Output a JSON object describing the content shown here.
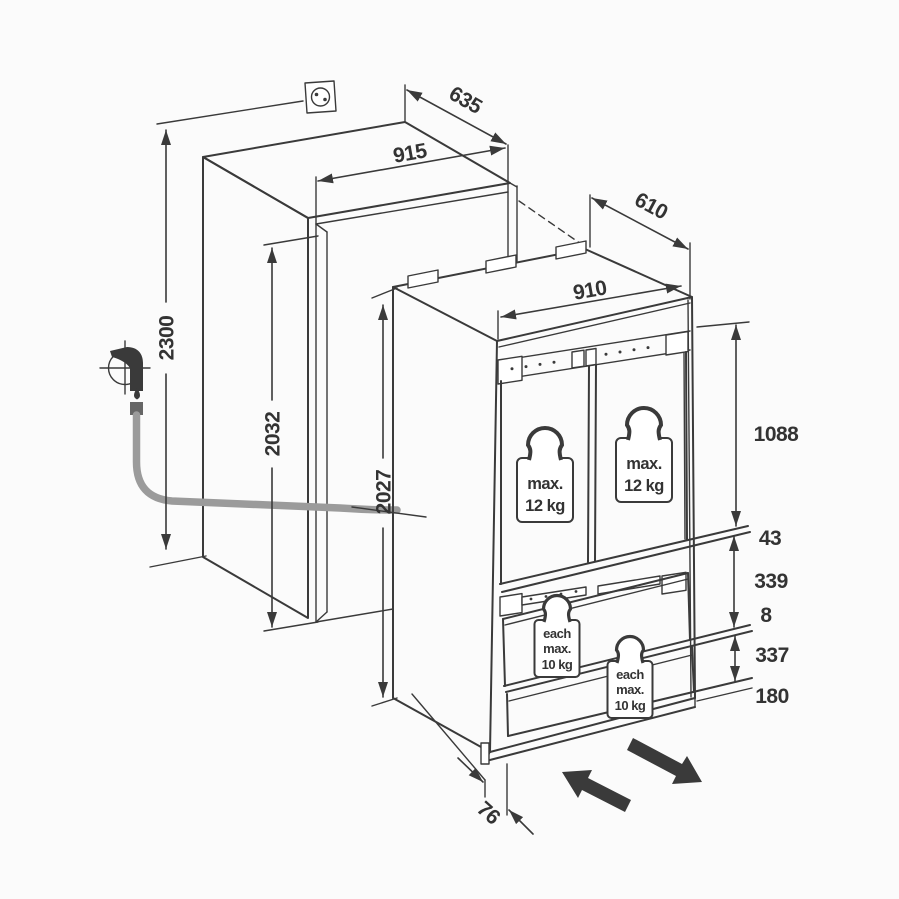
{
  "dimensions_mm": {
    "niche_depth": "635",
    "niche_width": "915",
    "niche_height": "2300",
    "niche_inner_height": "2032",
    "appliance_depth": "610",
    "appliance_width": "910",
    "appliance_height": "2027",
    "door_height": "1088",
    "door_drawer_gap": "43",
    "upper_drawer_front": "339",
    "drawer_gap": "8",
    "lower_drawer_front": "337",
    "plinth_height": "180",
    "plinth_recess": "76"
  },
  "load_labels": {
    "door": {
      "l1": "max.",
      "l2": "12 kg"
    },
    "drawer": {
      "l1": "each",
      "l2": "max.",
      "l3": "10 kg"
    }
  },
  "icons": {
    "power_outlet": "power-outlet-icon",
    "water_tap": "water-tap-icon",
    "water_drop": "water-drop-icon",
    "water_hose": "water-hose",
    "slide_direction": "slide-direction-arrows"
  },
  "colors": {
    "line": "#3a3a3a",
    "hose": "#9b9b9b",
    "background": "#fbfbfb"
  }
}
